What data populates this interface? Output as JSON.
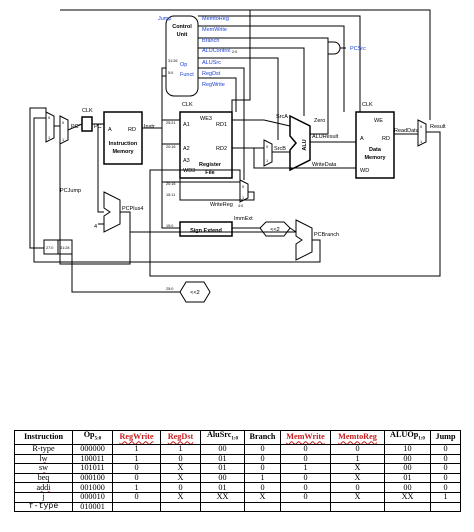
{
  "diagram": {
    "signals": {
      "jump": "Jump",
      "memtoreg": "MemtoReg",
      "memwrite": "MemWrite",
      "branch": "Branch",
      "alucontrol": "ALUControl",
      "alucontrol_sub": "2:0",
      "alusrc": "ALUSrc",
      "regdst": "RegDst",
      "regwrite": "RegWrite",
      "pcsrc": "PCSrc"
    },
    "control_unit": {
      "title_1": "Control",
      "title_2": "Unit",
      "op": "Op",
      "funct": "Funct",
      "op_bits": "31:26",
      "funct_bits": "5:0"
    },
    "instr_mem": {
      "title_1": "Instruction",
      "title_2": "Memory",
      "a": "A",
      "rd": "RD"
    },
    "register_file": {
      "title_1": "Register",
      "title_2": "File",
      "we3": "WE3",
      "a1": "A1",
      "a2": "A2",
      "a3": "A3",
      "wd3": "WD3",
      "rd1": "RD1",
      "rd2": "RD2"
    },
    "data_mem": {
      "title_1": "Data",
      "title_2": "Memory",
      "we": "WE",
      "a": "A",
      "rd": "RD",
      "wd": "WD"
    },
    "alu": {
      "label": "ALU",
      "zero": "Zero",
      "aluresult": "ALUResult"
    },
    "sign_extend": "Sign Extend",
    "shift_left": "<<2",
    "labels": {
      "clk": "CLK",
      "pc_prime": "PC'",
      "pc": "PC",
      "instr": "Instr",
      "srca": "SrcA",
      "srcb": "SrcB",
      "writedata": "WriteData",
      "readdata": "ReadData",
      "result": "Result",
      "writereg": "WriteReg",
      "writereg_sub": "4:0",
      "immext": "ImmExt",
      "pcplus4": "PCPlus4",
      "pcbranch": "PCBranch",
      "pcjump": "PCJump",
      "four": "4",
      "b25_21": "25:21",
      "b20_16a": "20:16",
      "b20_16b": "20:16",
      "b15_11": "15:11",
      "b15_0": "15:0",
      "b25_0": "25:0",
      "b27_0": "27:0",
      "b31_28": "31:28",
      "mux0": "0",
      "mux1": "1"
    }
  },
  "table": {
    "headers": [
      {
        "text": "Instruction",
        "sub": ""
      },
      {
        "text": "Op",
        "sub": "5:0"
      },
      {
        "text": "RegWrite",
        "sub": ""
      },
      {
        "text": "RegDst",
        "sub": ""
      },
      {
        "text": "AluSrc",
        "sub": "1:0"
      },
      {
        "text": "Branch",
        "sub": ""
      },
      {
        "text": "MemWrite",
        "sub": ""
      },
      {
        "text": "MemtoReg",
        "sub": ""
      },
      {
        "text": "ALUOp",
        "sub": "1:0"
      },
      {
        "text": "Jump",
        "sub": ""
      }
    ],
    "rows": [
      {
        "name": "R-type",
        "cells": [
          "000000",
          "1",
          "1",
          "00",
          "0",
          "0",
          "0",
          "10",
          "0"
        ]
      },
      {
        "name": "lw",
        "cells": [
          "100011",
          "1",
          "0",
          "01",
          "0",
          "0",
          "1",
          "00",
          "0"
        ]
      },
      {
        "name": "sw",
        "cells": [
          "101011",
          "0",
          "X",
          "01",
          "0",
          "1",
          "X",
          "00",
          "0"
        ]
      },
      {
        "name": "beq",
        "cells": [
          "000100",
          "0",
          "X",
          "00",
          "1",
          "0",
          "X",
          "01",
          "0"
        ]
      },
      {
        "name": "addi",
        "cells": [
          "001000",
          "1",
          "0",
          "01",
          "0",
          "0",
          "0",
          "00",
          "0"
        ]
      },
      {
        "name": "j",
        "cells": [
          "000010",
          "0",
          "X",
          "XX",
          "X",
          "0",
          "X",
          "XX",
          "1"
        ]
      },
      {
        "name": "f-type",
        "cells": [
          "010001",
          "",
          "",
          "",
          "",
          "",
          "",
          "",
          ""
        ]
      }
    ]
  },
  "colors": {
    "signal_blue": "#1a3fd6",
    "strike_red": "#c81e1e"
  }
}
